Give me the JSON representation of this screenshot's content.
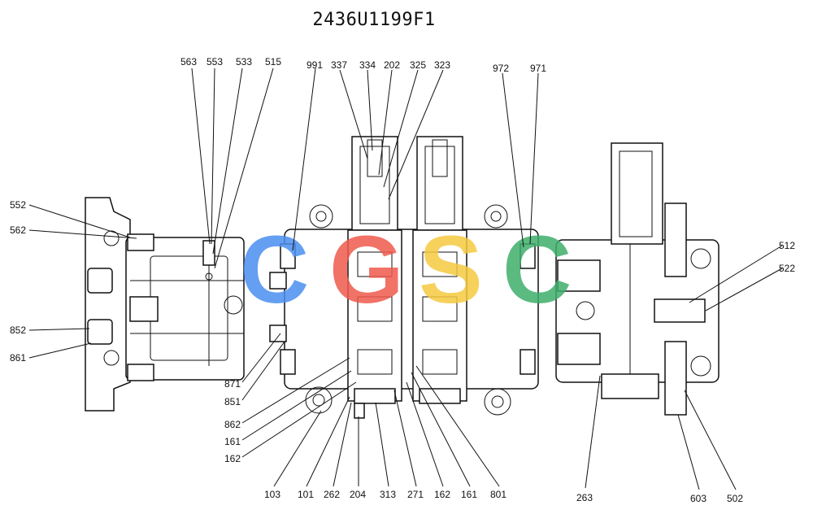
{
  "title": "2436U1199F1",
  "watermark": {
    "letters": [
      "C",
      "G",
      "S",
      "C"
    ],
    "colors": [
      "#4a8ff0",
      "#ef5a4d",
      "#f5c940",
      "#3fae6b"
    ]
  },
  "callouts": {
    "top": [
      "563",
      "553",
      "533",
      "515",
      "991",
      "337",
      "334",
      "202",
      "325",
      "323",
      "972",
      "971"
    ],
    "left": [
      "552",
      "562",
      "852",
      "861"
    ],
    "right": [
      "512",
      "522"
    ],
    "mid_left": [
      "871",
      "851",
      "862",
      "161",
      "162"
    ],
    "bottom": [
      "103",
      "101",
      "262",
      "204",
      "313",
      "271",
      "162",
      "161",
      "801",
      "263",
      "603",
      "502"
    ]
  }
}
